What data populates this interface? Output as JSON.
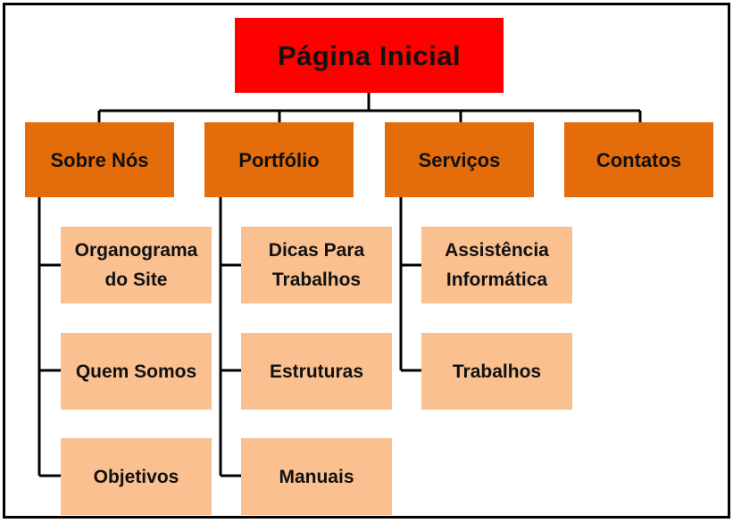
{
  "colors": {
    "root": "#ff0000",
    "category": "#e46c0a",
    "subpage": "#fac090",
    "line": "#000000"
  },
  "root": {
    "label": "Página Inicial"
  },
  "categories": [
    {
      "label": "Sobre Nós",
      "children": [
        {
          "label": "Organograma do Site"
        },
        {
          "label": "Quem Somos"
        },
        {
          "label": "Objetivos"
        }
      ]
    },
    {
      "label": "Portfólio",
      "children": [
        {
          "label": "Dicas Para Trabalhos"
        },
        {
          "label": "Estruturas"
        },
        {
          "label": "Manuais"
        }
      ]
    },
    {
      "label": "Serviços",
      "children": [
        {
          "label": "Assistência Informática"
        },
        {
          "label": "Trabalhos"
        }
      ]
    },
    {
      "label": "Contatos",
      "children": []
    }
  ]
}
